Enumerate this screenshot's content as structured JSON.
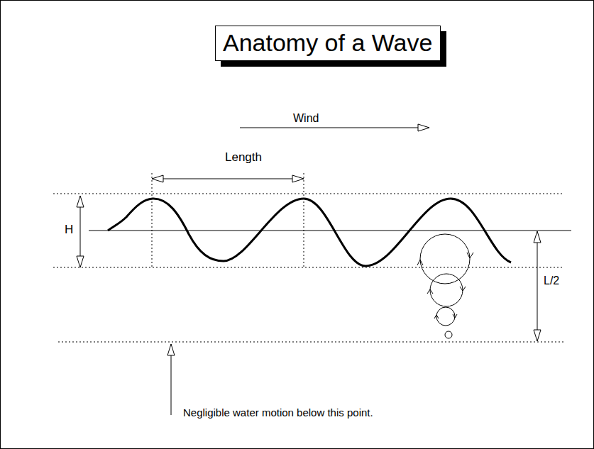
{
  "diagram": {
    "title": "Anatomy of a Wave",
    "labels": [
      "Wind",
      "Length",
      "H",
      "L/2",
      "Negligible water motion below this point."
    ]
  }
}
